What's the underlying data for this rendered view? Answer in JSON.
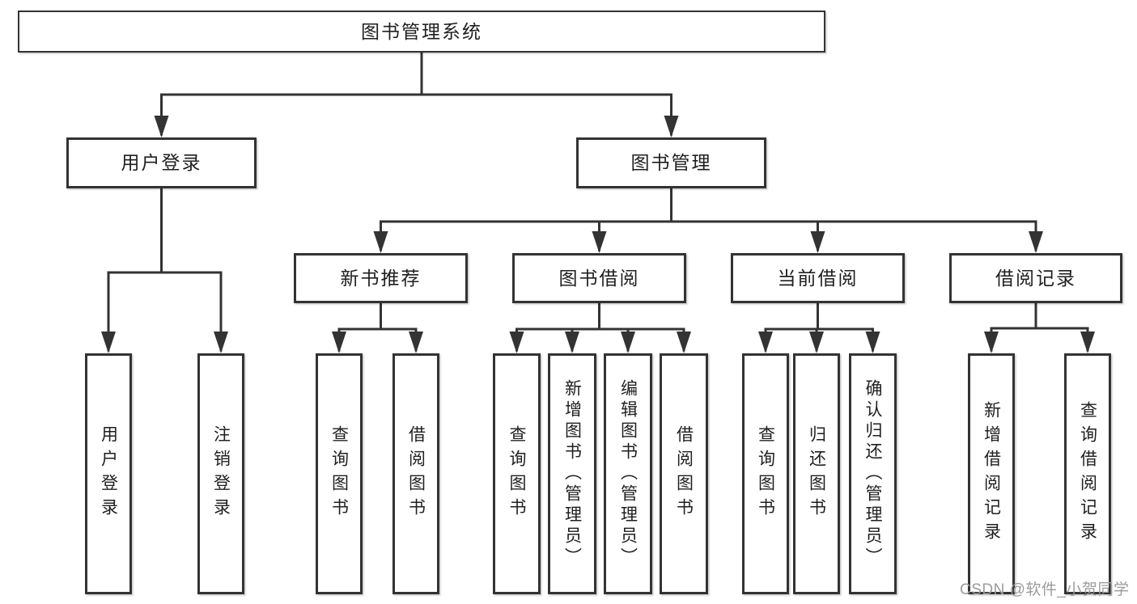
{
  "diagram": {
    "root": {
      "label": "图书管理系统"
    },
    "level2": [
      {
        "label": "用户登录"
      },
      {
        "label": "图书管理"
      }
    ],
    "level3": [
      {
        "label": "新书推荐"
      },
      {
        "label": "图书借阅"
      },
      {
        "label": "当前借阅"
      },
      {
        "label": "借阅记录"
      }
    ],
    "leaves": [
      {
        "label": "用户登录"
      },
      {
        "label": "注销登录"
      },
      {
        "label": "查询图书"
      },
      {
        "label": "借阅图书"
      },
      {
        "label": "查询图书"
      },
      {
        "label": "新增图书（管理员）"
      },
      {
        "label": "编辑图书（管理员）"
      },
      {
        "label": "借阅图书"
      },
      {
        "label": "查询图书"
      },
      {
        "label": "归还图书"
      },
      {
        "label": "确认归还（管理员）"
      },
      {
        "label": "新增借阅记录"
      },
      {
        "label": "查询借阅记录"
      }
    ],
    "watermark": "CSDN @软件_小贺同学"
  },
  "colors": {
    "line": "#333333",
    "text": "#1f1f1f",
    "watermark": "#9b9b9b",
    "background": "#ffffff",
    "box_fill": "#ffffff"
  }
}
